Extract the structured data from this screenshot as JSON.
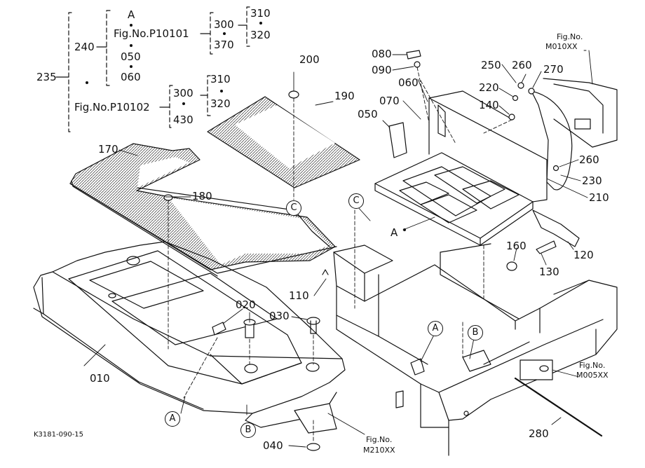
{
  "parts": {
    "p235": "235",
    "p240": "240",
    "pA_top": "A",
    "fig_p10101": "Fig.No.P10101",
    "p050_top": "050",
    "p060_top": "060",
    "p300_a": "300",
    "p370": "370",
    "p310_a": "310",
    "p320_a": "320",
    "fig_p10102": "Fig.No.P10102",
    "p300_b": "300",
    "p430": "430",
    "p310_b": "310",
    "p320_b": "320",
    "p200": "200",
    "p190": "190",
    "p170": "170",
    "p180": "180",
    "p080": "080",
    "p090": "090",
    "p060": "060",
    "p070": "070",
    "p050": "050",
    "p250": "250",
    "p260_a": "260",
    "p270": "270",
    "p220": "220",
    "p140": "140",
    "p260_b": "260",
    "p230": "230",
    "p210": "210",
    "p120": "120",
    "p160": "160",
    "p130": "130",
    "p110": "110",
    "p020": "020",
    "p030": "030",
    "p010": "010",
    "p040": "040",
    "p280": "280",
    "pA_mid": "A"
  },
  "figrefs": {
    "m010_line1": "Fig.No.",
    "m010_line2": "M010XX",
    "m005_line1": "Fig.No.",
    "m005_line2": "M005XX",
    "m210_line1": "Fig.No.",
    "m210_line2": "M210XX"
  },
  "circled": {
    "c_left": "C",
    "c_right": "C",
    "a_bottom": "A",
    "b_bottom": "B",
    "a_right": "A",
    "b_right": "B"
  },
  "doc_code": "K3181-090-15"
}
